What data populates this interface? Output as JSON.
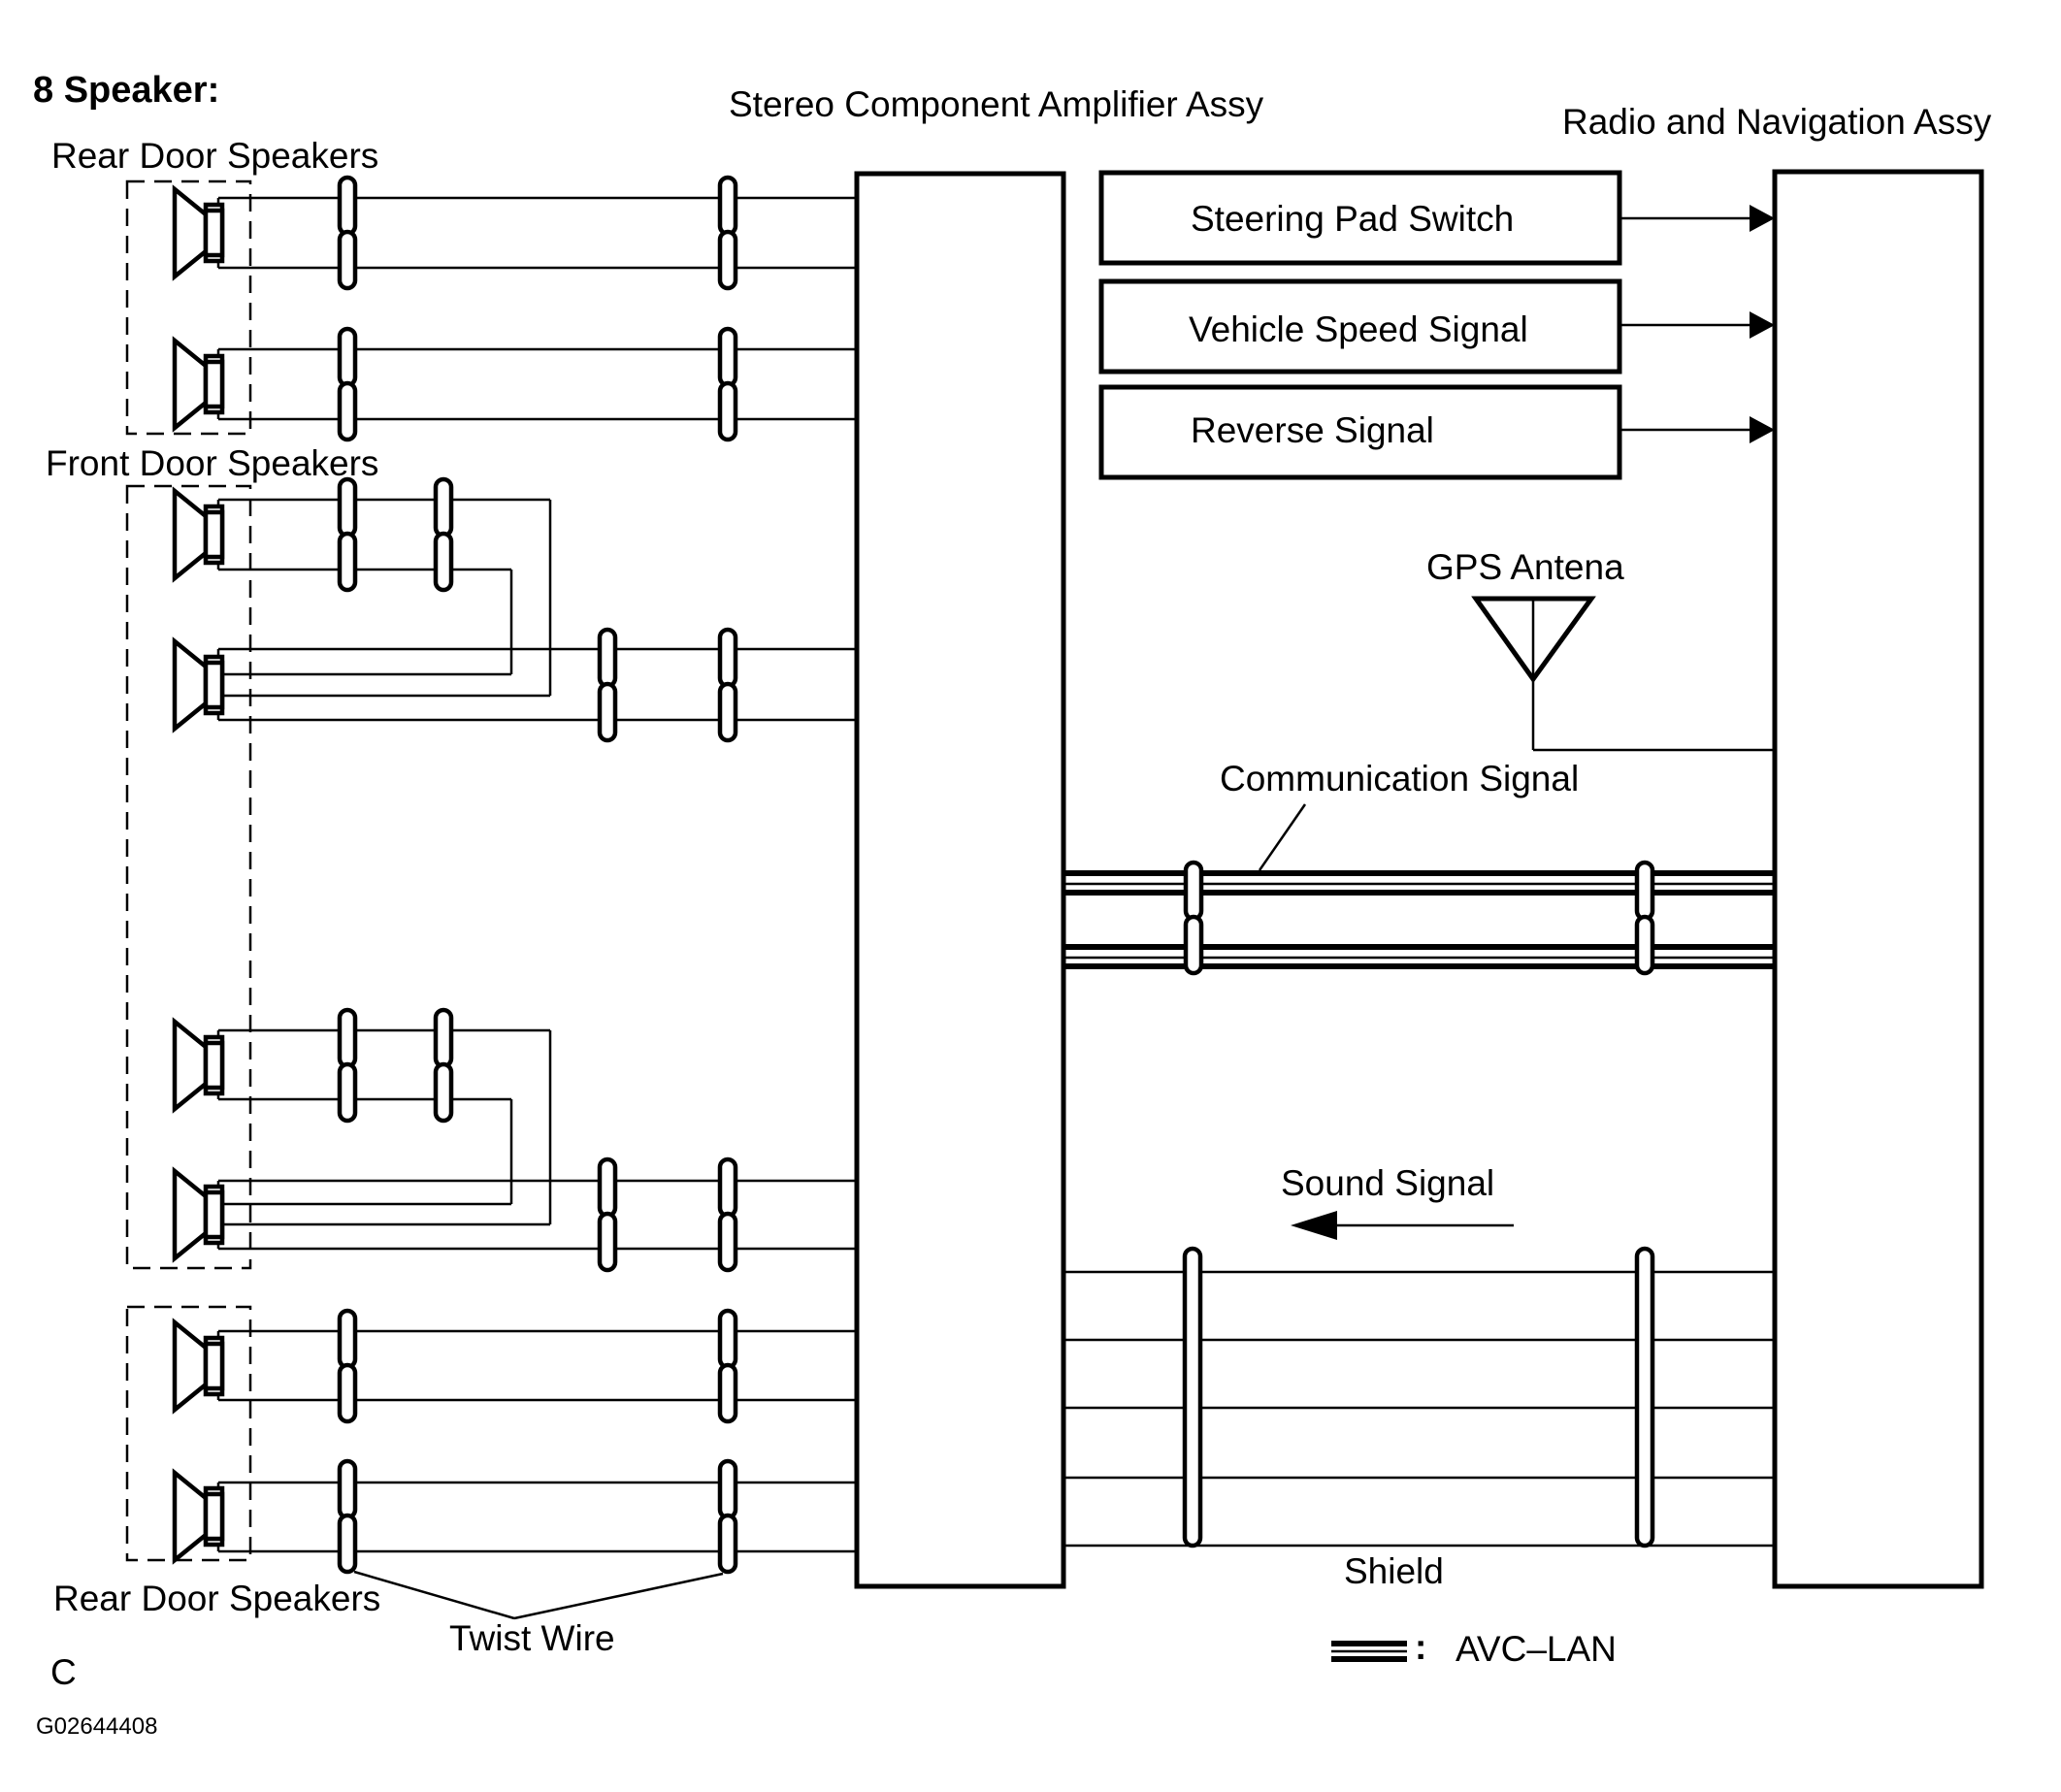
{
  "title": "8 Speaker:",
  "labels": {
    "amplifier": "Stereo Component Amplifier Assy",
    "radio": "Radio and Navigation Assy",
    "rear_door_top": "Rear Door Speakers",
    "front_door": "Front Door Speakers",
    "rear_door_bottom": "Rear Door Speakers",
    "steering": "Steering Pad Switch",
    "vehicle_speed": "Vehicle Speed Signal",
    "reverse": "Reverse Signal",
    "gps": "GPS Antena",
    "communication": "Communication Signal",
    "sound": "Sound Signal",
    "shield": "Shield",
    "twist_wire": "Twist Wire",
    "legend_colon": ":",
    "avc_lan": "AVC–LAN",
    "footer_letter": "C",
    "figure_id": "G02644408"
  },
  "colors": {
    "line": "#000000",
    "background": "#ffffff"
  },
  "icons": [
    "speaker-icon",
    "antenna-icon",
    "arrow-icon"
  ]
}
